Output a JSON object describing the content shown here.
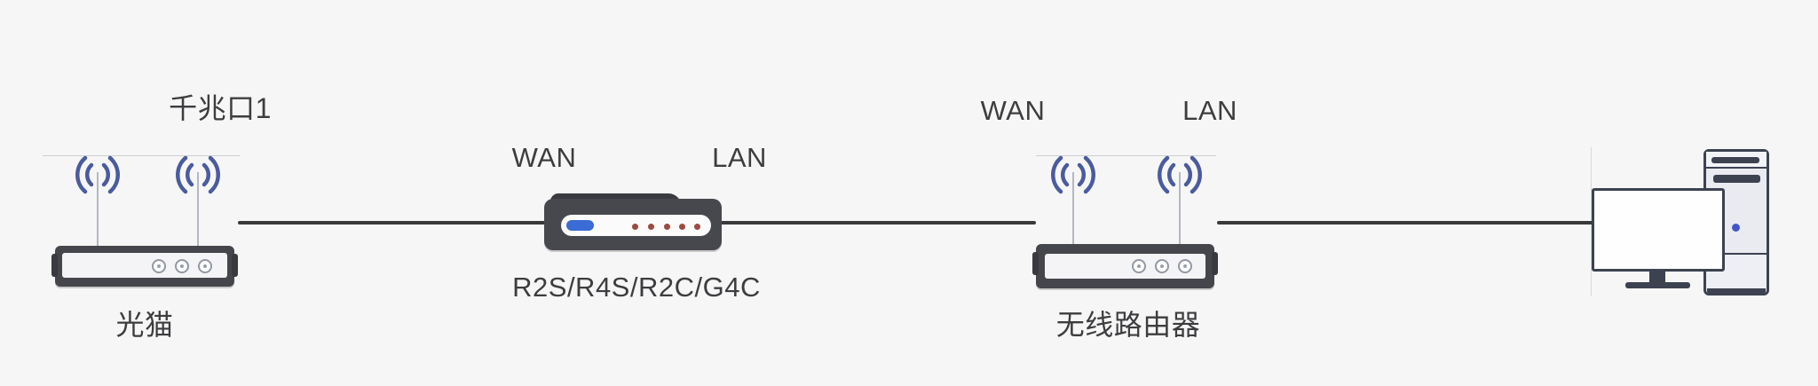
{
  "diagram": {
    "type": "network-topology",
    "devices": {
      "modem": {
        "name_label": "光猫",
        "port_label": "千兆口1"
      },
      "softrouter": {
        "model_label": "R2S/R4S/R2C/G4C",
        "wan_label": "WAN",
        "lan_label": "LAN"
      },
      "router": {
        "name_label": "无线路由器",
        "wan_label": "WAN",
        "lan_label": "LAN"
      },
      "pc": {}
    },
    "connections": [
      {
        "from": "modem",
        "to": "softrouter"
      },
      {
        "from": "softrouter",
        "to": "router"
      },
      {
        "from": "router",
        "to": "pc"
      }
    ],
    "colors": {
      "background": "#f6f6f7",
      "device_body": "#45454c",
      "cable": "#39393b",
      "antenna_blue": "#4a5b9e",
      "status_pill_blue": "#3b6bd5",
      "port_dot_red": "#9c4b43",
      "power_led_blue": "#4355c5",
      "text": "#3d3d3f"
    }
  }
}
